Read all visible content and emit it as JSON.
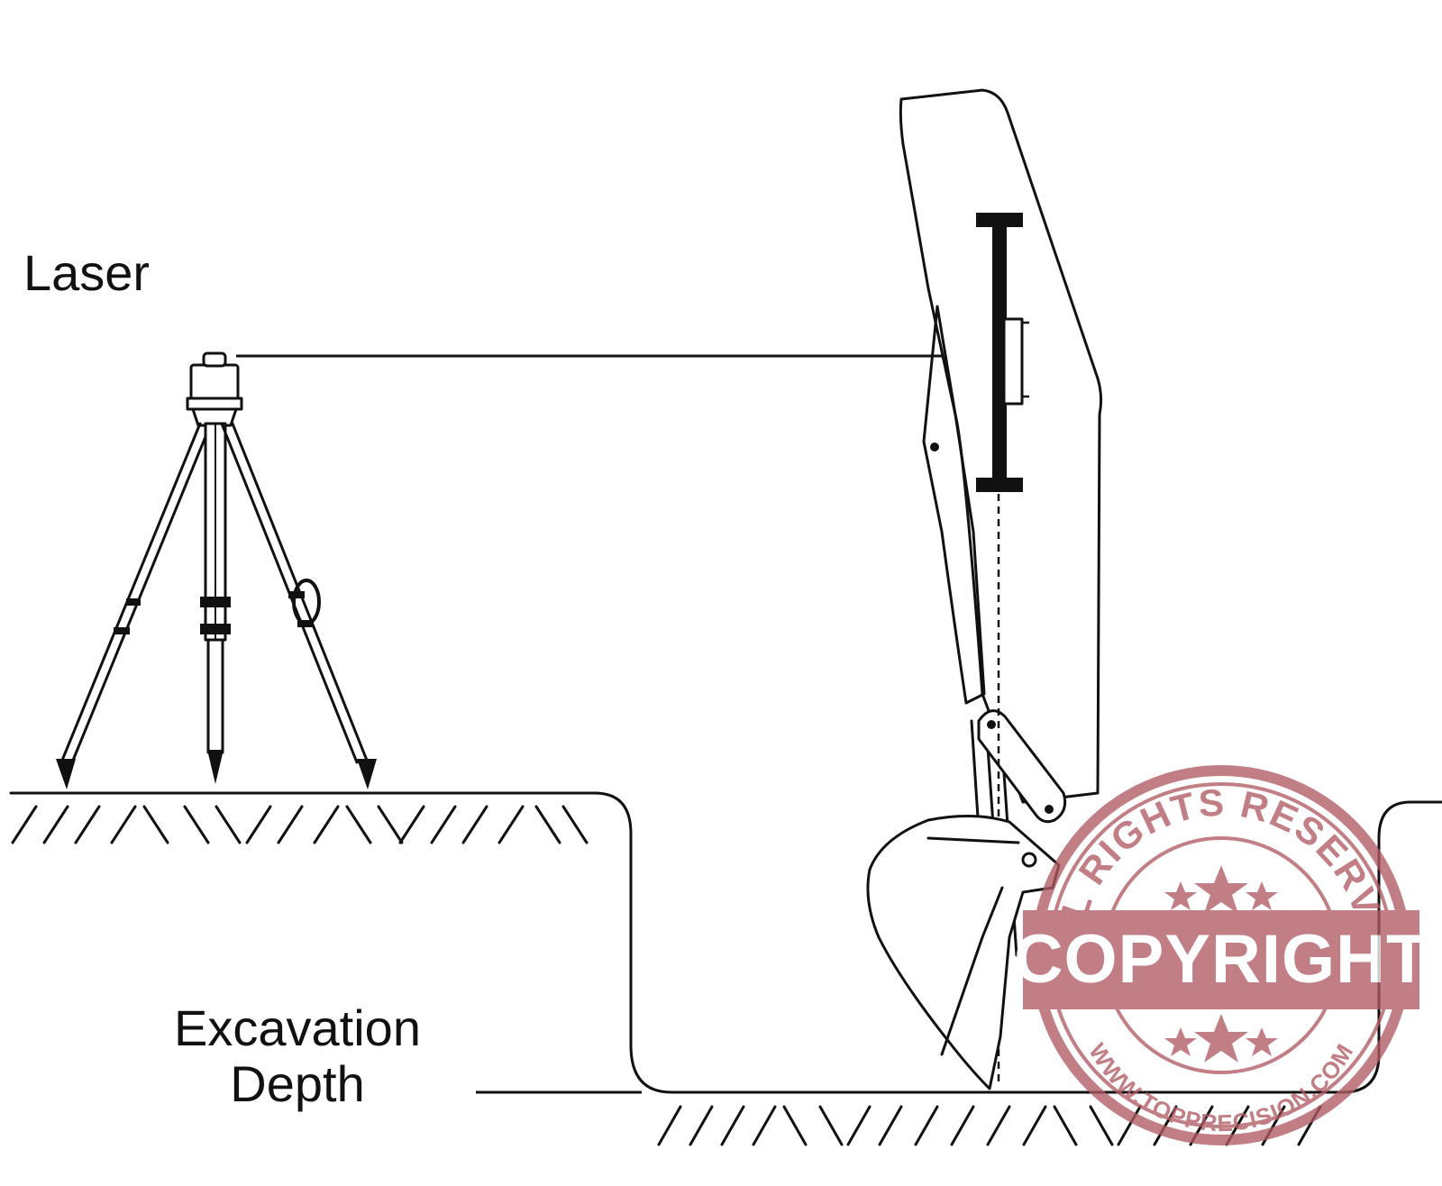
{
  "labels": {
    "laser": "Laser",
    "excavation_line1": "Excavation",
    "excavation_line2": "Depth"
  },
  "stamp": {
    "top_text": "ALL RIGHTS RESERVED",
    "center_text": "COPYRIGHT",
    "bottom_text": "WWW.TOPPRECISION.COM",
    "color": "#b25b63"
  },
  "colors": {
    "ink": "#111111",
    "background": "#ffffff"
  }
}
